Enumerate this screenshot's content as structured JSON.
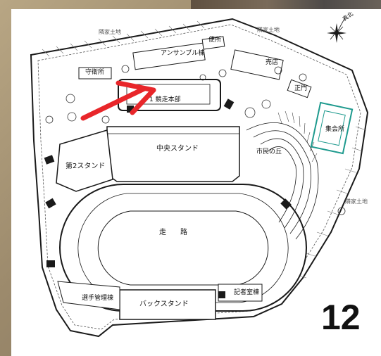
{
  "labels": {
    "main_stand": "中央スタンド",
    "second_stand": "第2スタンド",
    "track": "走　　路",
    "back_stand": "バックスタンド",
    "racer_building": "選手管理棟",
    "press_building": "記者室棟",
    "citizen_hill": "市民の丘",
    "guardhouse": "守衛所",
    "shop": "売店",
    "toilet": "便所",
    "front_gate": "正門",
    "assembly_hall": "集会所",
    "main_building": "1 競走本部",
    "upper_building": "アンサンブル棟"
  },
  "wall_labels": [
    "隣家土地",
    "隣家土地",
    "隣家土地"
  ],
  "north_label": "真北",
  "page_number": "12",
  "colors": {
    "arrow": "#e8262a",
    "teal_building": "#1e9a8e",
    "line": "#1a1a1a",
    "background_photo": "#9c8a6c"
  },
  "icons": {
    "compass": "compass-star-icon",
    "arrow": "red-arrow-icon"
  }
}
